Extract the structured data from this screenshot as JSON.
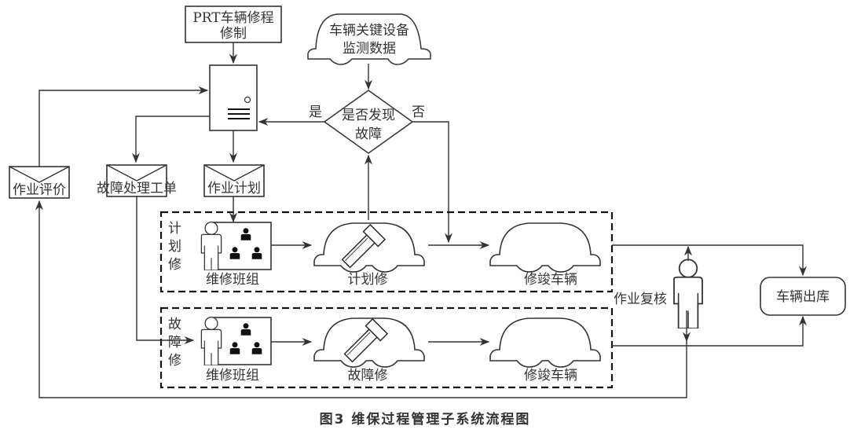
{
  "diagram": {
    "nodes": {
      "prt_standard": {
        "line1": "PRT车辆修程",
        "line2": "修制"
      },
      "monitor_data": {
        "line1": "车辆关键设备",
        "line2": "监测数据"
      },
      "decision": {
        "line1": "是否发现",
        "line2": "故障"
      },
      "yes_label": "是",
      "no_label": "否",
      "work_evaluation": "作业评价",
      "fault_order": "故障处理工单",
      "work_plan": "作业计划",
      "planned_group": {
        "side_label": [
          "计",
          "划",
          "修"
        ],
        "team": "维修班组",
        "repair": "计划修",
        "done": "修竣车辆"
      },
      "fault_group": {
        "side_label": [
          "故",
          "障",
          "修"
        ],
        "team": "维修班组",
        "repair": "故障修",
        "done": "修竣车辆"
      },
      "review": "作业复核",
      "vehicle_out": "车辆出库"
    },
    "caption": "图3  维保过程管理子系统流程图"
  }
}
